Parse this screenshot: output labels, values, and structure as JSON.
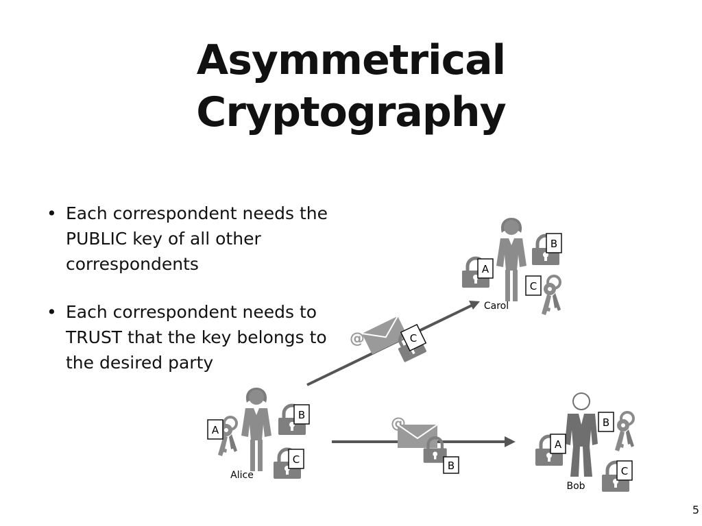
{
  "slide": {
    "title_line1": "Asymmetrical",
    "title_line2": "Cryptography",
    "bullets": [
      "Each correspondent needs the PUBLIC key of all other correspondents",
      "Each correspondent needs to TRUST that the key belongs to the desired party"
    ],
    "page_number": "5"
  },
  "diagram": {
    "people": {
      "alice": "Alice",
      "bob": "Bob",
      "carol": "Carol"
    },
    "lock_labels": {
      "alice_b": "B",
      "alice_c": "C",
      "carol_a": "A",
      "carol_b": "B",
      "bob_a": "A",
      "bob_c": "C",
      "msg_to_carol": "C",
      "msg_to_bob": "B"
    },
    "key_labels": {
      "alice": "A",
      "carol": "C",
      "bob": "B"
    },
    "email_symbol": "@",
    "colors": {
      "figure": "#8c8c8c",
      "figure_dark": "#6f6f6f",
      "lock": "#7f7f7f",
      "arrow": "#555555",
      "envelope": "#9a9a9a"
    }
  }
}
